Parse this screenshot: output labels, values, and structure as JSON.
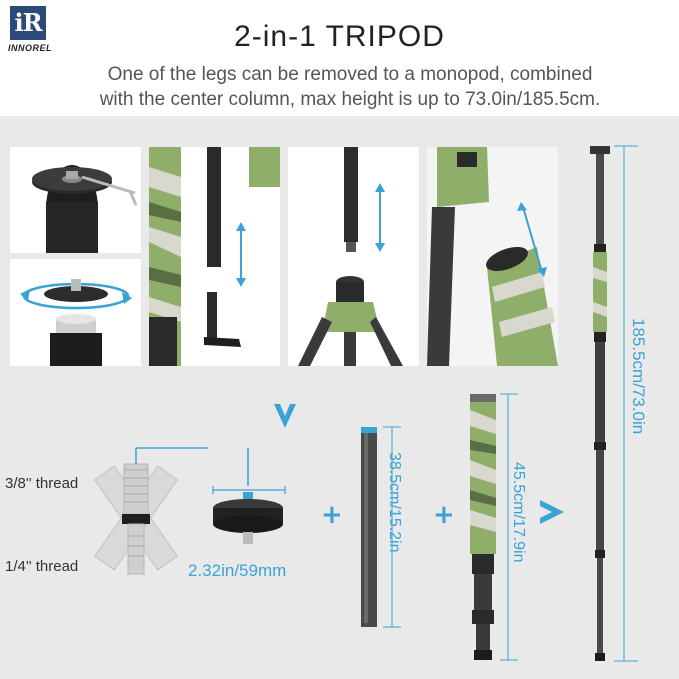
{
  "brand": {
    "mark": "iR",
    "name": "INNOREL"
  },
  "header": {
    "title": "2-in-1 TRIPOD",
    "subtitle_line1": "One of the legs can be removed to a monopod, combined",
    "subtitle_line2": "with the center column, max height is up to 73.0in/185.5cm."
  },
  "labels": {
    "thread_38": "3/8'' thread",
    "thread_14": "1/4'' thread",
    "plate_size": "2.32in/59mm",
    "column_length": "38.5cm/15.2in",
    "leg_length": "45.5cm/17.9in",
    "monopod_height": "185.5cm/73.0in",
    "plus_1": "+",
    "plus_2": "+"
  },
  "colors": {
    "accent": "#3aa3d6",
    "background_band": "#e9e9e9",
    "camo_green": "#8fae6a",
    "carbon": "#3a3a3a"
  },
  "icons": [
    "down-arrow-icon",
    "right-arrow-icon",
    "plus-icon",
    "rotate-arrow-icon",
    "double-arrow-icon"
  ]
}
